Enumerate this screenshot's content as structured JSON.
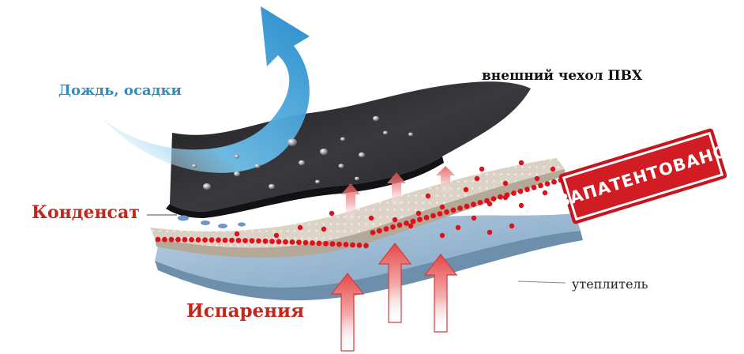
{
  "labels": {
    "rain": "Дождь, осадки",
    "outer_cover": "внешний чехол ПВХ",
    "condensate": "Конденсат",
    "evaporation": "Испарения",
    "insulation": "утеплитель"
  },
  "stamp": {
    "text": "ЗАПАТЕНТОВАНО",
    "color": "#d01c22"
  },
  "layers": [
    {
      "name": "outer-pvc-cover",
      "color": "#2b2b2e"
    },
    {
      "name": "membrane",
      "color": "#d6cbbd"
    },
    {
      "name": "insulation",
      "color": "#8fb1cc"
    }
  ],
  "colors": {
    "rain_arrow": "#1f86c8",
    "evaporation_arrow": "#d63a3a",
    "condensate_drops": "#e0101a",
    "water_drops": "#6f95cc"
  },
  "icons": [
    "rain-arrow-icon",
    "evaporation-arrow-icon",
    "condensate-drop-icon",
    "water-drop-icon"
  ]
}
